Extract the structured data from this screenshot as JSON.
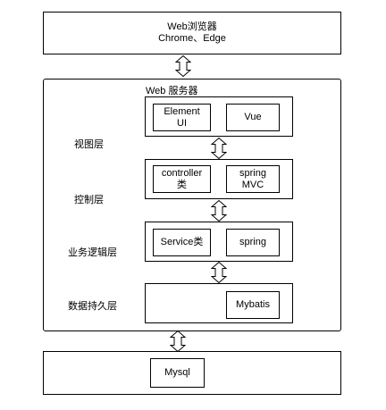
{
  "browser": {
    "title": "Web浏览器",
    "subtitle": "Chrome、Edge"
  },
  "server": {
    "title": "Web 服务器",
    "layers": [
      {
        "label": "视图层",
        "components": [
          {
            "line1": "Element",
            "line2": "UI"
          },
          {
            "line1": "Vue",
            "line2": ""
          }
        ]
      },
      {
        "label": "控制层",
        "components": [
          {
            "line1": "controller",
            "line2": "类"
          },
          {
            "line1": "spring",
            "line2": "MVC"
          }
        ]
      },
      {
        "label": "业务逻辑层",
        "components": [
          {
            "line1": "Service类",
            "line2": ""
          },
          {
            "line1": "spring",
            "line2": ""
          }
        ]
      },
      {
        "label": "数据持久层",
        "components": [
          {
            "line1": "Mybatis",
            "line2": ""
          }
        ]
      }
    ]
  },
  "database": {
    "label": "Mysql"
  },
  "colors": {
    "stroke": "#000000",
    "fill": "#ffffff"
  },
  "icons": [
    "double-arrow-icon"
  ]
}
